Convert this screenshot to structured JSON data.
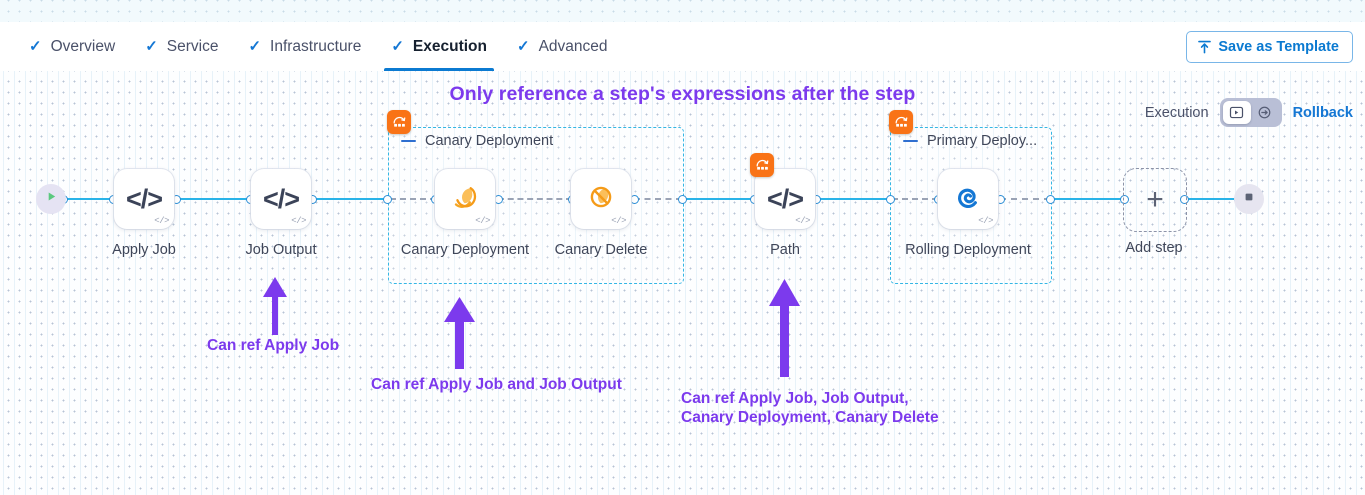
{
  "tabs": [
    {
      "label": "Overview",
      "icon": "check-icon",
      "active": false
    },
    {
      "label": "Service",
      "icon": "check-icon",
      "active": false
    },
    {
      "label": "Infrastructure",
      "icon": "check-icon",
      "active": false
    },
    {
      "label": "Execution",
      "icon": "check-icon",
      "active": true
    },
    {
      "label": "Advanced",
      "icon": "check-icon",
      "active": false
    }
  ],
  "header": {
    "save_label": "Save as Template",
    "save_icon": "upload-template-icon"
  },
  "canvas": {
    "headline": "Only reference a step's expressions after the step",
    "exec_label": "Execution",
    "rollback_label": "Rollback",
    "toggle": {
      "selected": "execution",
      "options": [
        {
          "name": "execution",
          "icon": "execution-flow-icon",
          "selected": true
        },
        {
          "name": "rollback",
          "icon": "rollback-arrow-icon",
          "selected": false
        }
      ]
    },
    "start_node": {
      "name": "start",
      "icon": "play-icon"
    },
    "end_node": {
      "name": "end",
      "icon": "stop-square-icon"
    },
    "add_step": {
      "label": "Add step",
      "icon": "plus-icon"
    }
  },
  "groups": [
    {
      "title": "Canary Deployment",
      "badge_icon": "deployment-strategy-icon",
      "collapse_icon": "collapse-dash-icon"
    },
    {
      "title": "Primary Deploy...",
      "badge_icon": "deployment-strategy-icon",
      "collapse_icon": "collapse-dash-icon"
    }
  ],
  "nodes": [
    {
      "label": "Apply Job",
      "icon": "code-icon",
      "mini_icon": "code-mini-icon",
      "badge": null
    },
    {
      "label": "Job Output",
      "icon": "code-icon",
      "mini_icon": "code-mini-icon",
      "badge": null
    },
    {
      "label": "Canary Deployment",
      "icon": "canary-deploy-icon",
      "mini_icon": "code-mini-icon",
      "badge": null
    },
    {
      "label": "Canary Delete",
      "icon": "canary-delete-icon",
      "mini_icon": "code-mini-icon",
      "badge": null
    },
    {
      "label": "Path",
      "icon": "code-icon",
      "mini_icon": "code-mini-icon",
      "badge": "deployment-strategy-icon"
    },
    {
      "label": "Rolling Deployment",
      "icon": "rolling-deploy-icon",
      "mini_icon": "code-mini-icon",
      "badge": null
    }
  ],
  "annotations": [
    {
      "text": "Can ref Apply Job",
      "arrow": "up-arrow-icon"
    },
    {
      "text": "Can ref Apply Job and Job Output",
      "arrow": "up-arrow-icon"
    },
    {
      "text": "Can ref Apply Job, Job Output,\nCanary Deployment, Canary Delete",
      "arrow": "up-arrow-icon"
    }
  ],
  "colors": {
    "accent_blue": "#0b7ad1",
    "link_cyan": "#29b3e8",
    "group_border": "#34b6e4",
    "annotation_purple": "#7c3aed",
    "badge_orange": "#f97316"
  }
}
